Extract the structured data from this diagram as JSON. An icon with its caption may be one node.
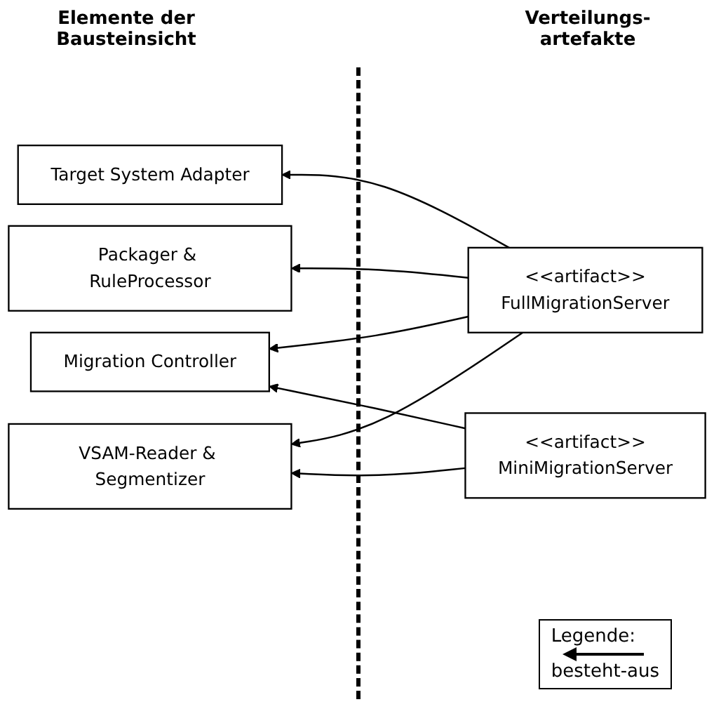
{
  "diagram": {
    "nodes": [
      {
        "text": [
          "Target System Adapter"
        ]
      },
      {
        "text": [
          "Packager & RuleProcessor"
        ]
      },
      {
        "text": [
          "Migration Controller"
        ]
      },
      {
        "text": [
          "VSAM-Reader & Segmentizer"
        ]
      },
      {
        "text": [
          "<<artifact>>",
          "FullMigrationServer"
        ]
      },
      {
        "text": [
          "<<artifact>>",
          "MiniMigrationServer"
        ]
      }
    ],
    "edges": [
      {
        "from": 4,
        "to": 0,
        "arrow": "to"
      },
      {
        "from": 4,
        "to": 1,
        "arrow": "to"
      },
      {
        "from": 4,
        "to": 2,
        "arrow": "to"
      },
      {
        "from": 4,
        "to": 3,
        "arrow": "to"
      },
      {
        "from": 5,
        "to": 2,
        "arrow": "to"
      },
      {
        "from": 5,
        "to": 3,
        "arrow": "to"
      }
    ],
    "labels": [
      "Elemente der Bausteinsicht",
      "Verteilungs-artefakte",
      "Legende:"
    ],
    "legend": [
      {
        "text": "besteht-aus"
      }
    ]
  }
}
